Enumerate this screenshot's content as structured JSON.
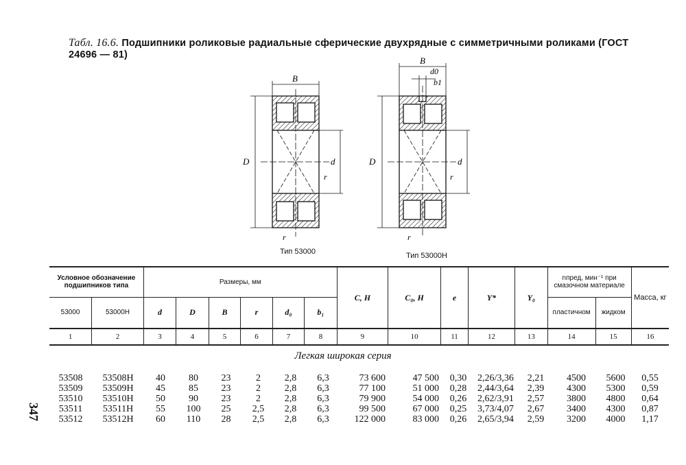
{
  "title": {
    "prefix": "Табл. 16.6.",
    "text": "Подшипники роликовые радиальные сферические двухрядные с симметричными роликами (ГОСТ 24696 — 81)"
  },
  "figures": {
    "left_caption": "Тип 53000",
    "right_caption": "Тип 53000Н",
    "labels": {
      "B": "B",
      "D": "D",
      "d": "d",
      "r": "r",
      "d0": "d0",
      "b1": "b1"
    }
  },
  "table": {
    "header": {
      "designation": "Условное обозначение подшипников типа",
      "type1": "53000",
      "type2": "53000Н",
      "dimensions": "Размеры, мм",
      "d": "d",
      "D": "D",
      "B": "B",
      "r": "r",
      "d0": "d₀",
      "b1": "b₁",
      "C": "C, Н",
      "C0": "C₀, Н",
      "e": "e",
      "Y": "Y*",
      "Y0": "Y₀",
      "n_limit": "nпред, мин⁻¹ при смазочном материале",
      "plastic": "пластичном",
      "liquid": "жидком",
      "mass": "Масса, кг"
    },
    "column_numbers": [
      "1",
      "2",
      "3",
      "4",
      "5",
      "6",
      "7",
      "8",
      "9",
      "10",
      "11",
      "12",
      "13",
      "14",
      "15",
      "16"
    ],
    "series": "Легкая широкая серия",
    "rows": [
      [
        "53508",
        "53508Н",
        "40",
        "80",
        "23",
        "2",
        "2,8",
        "6,3",
        "73 600",
        "47 500",
        "0,30",
        "2,26/3,36",
        "2,21",
        "4500",
        "5600",
        "0,55"
      ],
      [
        "53509",
        "53509Н",
        "45",
        "85",
        "23",
        "2",
        "2,8",
        "6,3",
        "77 100",
        "51 000",
        "0,28",
        "2,44/3,64",
        "2,39",
        "4300",
        "5300",
        "0,59"
      ],
      [
        "53510",
        "53510Н",
        "50",
        "90",
        "23",
        "2",
        "2,8",
        "6,3",
        "79 900",
        "54 000",
        "0,26",
        "2,62/3,91",
        "2,57",
        "3800",
        "4800",
        "0,64"
      ],
      [
        "53511",
        "53511Н",
        "55",
        "100",
        "25",
        "2,5",
        "2,8",
        "6,3",
        "99 500",
        "67 000",
        "0,25",
        "3,73/4,07",
        "2,67",
        "3400",
        "4300",
        "0,87"
      ],
      [
        "53512",
        "53512Н",
        "60",
        "110",
        "28",
        "2,5",
        "2,8",
        "6,3",
        "122 000",
        "83 000",
        "0,26",
        "2,65/3,94",
        "2,59",
        "3200",
        "4000",
        "1,17"
      ]
    ]
  },
  "page_number": "347"
}
